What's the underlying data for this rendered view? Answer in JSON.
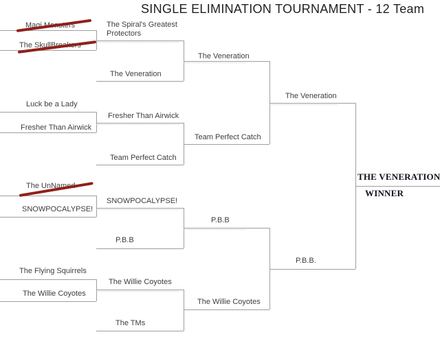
{
  "title": "SINGLE ELIMINATION TOURNAMENT - 12 Team",
  "rounds": {
    "round1": {
      "match1": {
        "top": "Magi Monsters",
        "bottom": "The SkullBreakers"
      },
      "match2": {
        "top": "Luck be a Lady",
        "bottom": "Fresher Than Airwick"
      },
      "match3": {
        "top": "The UnNamed",
        "bottom": "SNOWPOCALYPSE!"
      },
      "match4": {
        "top": "The Flying Squirrels",
        "bottom": "The Willie Coyotes"
      }
    },
    "round2": {
      "match1": {
        "top": "The Spiral's Greatest Protectors",
        "bottom": "The Veneration"
      },
      "match2": {
        "top": "Fresher Than Airwick",
        "bottom": "Team Perfect Catch"
      },
      "match3": {
        "top": "SNOWPOCALYPSE!",
        "bottom": "P.B.B"
      },
      "match4": {
        "top": "The Willie Coyotes",
        "bottom": "The TMs"
      }
    },
    "semifinals": {
      "match1": {
        "top": "The Veneration",
        "bottom": "Team Perfect Catch"
      },
      "match2": {
        "top": "P.B.B",
        "bottom": "The Willie Coyotes"
      }
    },
    "final": {
      "top": "The Veneration",
      "bottom": "P.B.B."
    }
  },
  "champion": {
    "name": "THE VENERATION",
    "label": "WINNER"
  },
  "eliminated_teams": [
    "Magi Monsters",
    "The SkullBreakers",
    "The UnNamed"
  ],
  "colors": {
    "line": "#9e9e9e",
    "dotted_line": "#cfcfcf",
    "strike": "#8f211a",
    "team_text": "#3d3d3d",
    "title_text": "#1f1f1f",
    "champion_text": "#10101c"
  }
}
